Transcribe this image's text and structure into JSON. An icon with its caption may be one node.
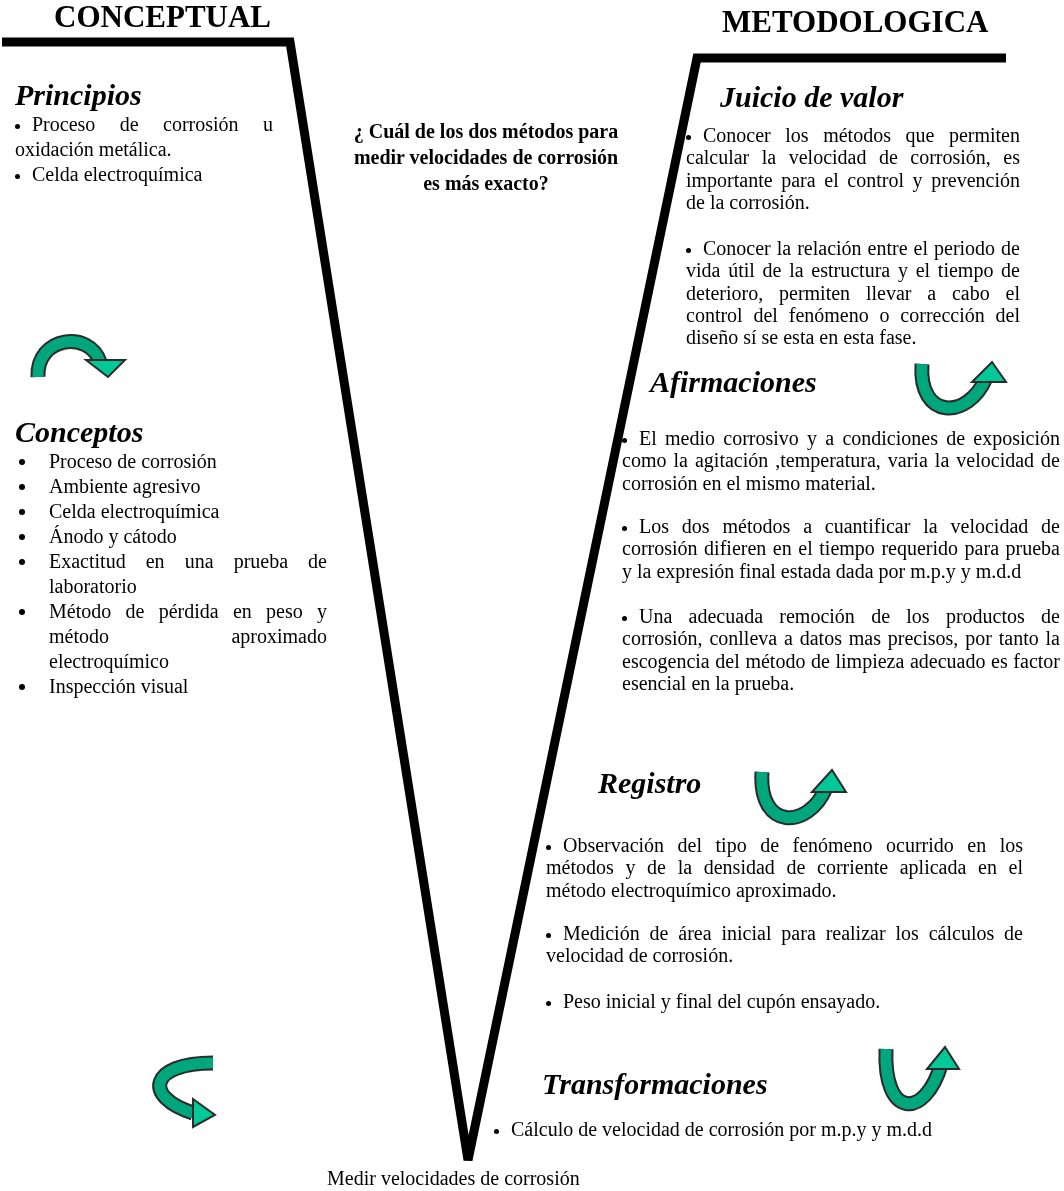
{
  "diagram": {
    "labels": [
      "CONCEPTUAL",
      "METODOLOGICA",
      "Principios",
      "Proceso de corrosión u oxidación metálica.",
      "Celda electroquímica",
      "¿ Cuál de los dos métodos para medir velocidades de corrosión es más exacto?",
      "Juicio de valor",
      "Conocer los métodos que permiten calcular la velocidad de corrosión, es importante para el control y prevención de la corrosión.",
      "Conocer la relación entre el periodo de vida útil de la estructura y el tiempo de deterioro, permiten llevar a cabo el control del fenómeno o corrección del diseño sí se esta en esta fase.",
      "Afirmaciones",
      "Conceptos",
      "Proceso de corrosión",
      "Ambiente agresivo",
      "Celda electroquímica",
      "Ánodo y cátodo",
      "Exactitud en una prueba de laboratorio",
      "Método de pérdida en peso y método aproximado electroquímico",
      "Inspección visual",
      "El medio corrosivo y a condiciones de exposición como la agitación ,temperatura, varia la velocidad de corrosión en el mismo material.",
      "Los dos métodos a cuantificar la velocidad de corrosión difieren en el tiempo requerido para prueba y la expresión final estada dada por m.p.y y m.d.d",
      "Una adecuada remoción de los productos de corrosión, conlleva a datos mas precisos, por tanto la escogencia del método de limpieza adecuado es factor esencial en la prueba.",
      "Registro",
      "Observación del tipo de fenómeno ocurrido en los métodos y de la densidad de corriente aplicada en el método electroquímico aproximado.",
      "Medición de área inicial para realizar los cálculos de velocidad de corrosión.",
      "Peso inicial y final del cupón ensayado.",
      "Transformaciones",
      "Cálculo de velocidad de corrosión por m.p.y y m.d.d",
      "Medir velocidades de corrosión"
    ]
  }
}
